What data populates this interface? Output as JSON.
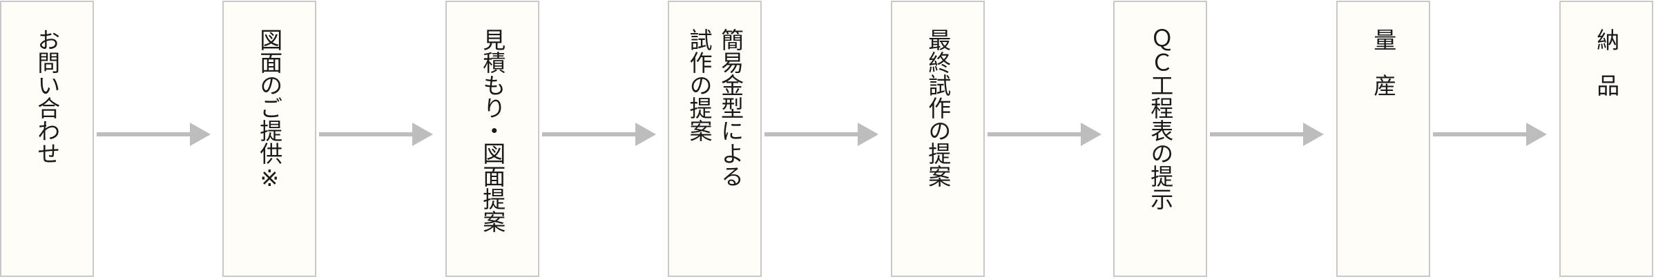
{
  "flow": {
    "steps": [
      {
        "lines": [
          "お問い合わせ"
        ]
      },
      {
        "lines": [
          "図面のご提供※"
        ]
      },
      {
        "lines": [
          "見積もり・図面提案"
        ]
      },
      {
        "lines": [
          "簡易金型による",
          "試作の提案"
        ]
      },
      {
        "lines": [
          "最終試作の提案"
        ]
      },
      {
        "lines": [
          "ＱＣ工程表の提示"
        ]
      },
      {
        "lines": [
          "量　産"
        ]
      },
      {
        "lines": [
          "納　品"
        ]
      }
    ]
  },
  "colors": {
    "box_fill": "#fefdf7",
    "box_border": "#c8c8c8",
    "arrow": "#bdbdbd",
    "text": "#1a1a1a"
  }
}
